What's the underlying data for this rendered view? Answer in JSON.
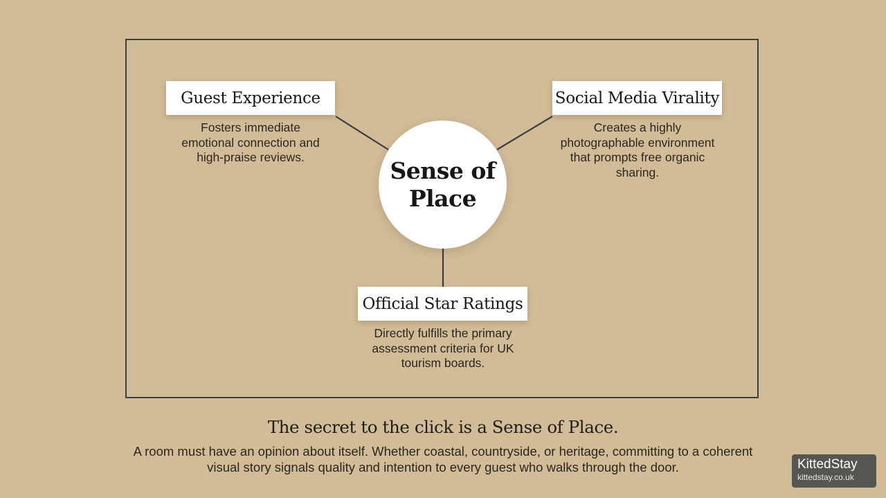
{
  "diagram": {
    "center": {
      "label": "Sense of\nPlace"
    },
    "nodes": [
      {
        "title": "Guest Experience",
        "description": "Fosters immediate\nemotional connection and\nhigh-praise reviews."
      },
      {
        "title": "Social Media Virality",
        "description": "Creates a highly\nphotographable environment\nthat prompts free organic\nsharing."
      },
      {
        "title": "Official Star Ratings",
        "description": "Directly fulfills the primary\nassessment criteria for UK\ntourism boards."
      }
    ]
  },
  "caption": {
    "title": "The secret to the click is a Sense of Place.",
    "body": "A room must have an opinion about itself. Whether coastal, countryside, or heritage, committing to a coherent visual story signals quality and intention to every guest who walks through the door."
  },
  "watermark": {
    "brand": "KittedStay",
    "url": "kittedstay.co.uk"
  },
  "colors": {
    "background": "#d2bc98",
    "frame": "#3a3d42",
    "node_fill": "#ffffff",
    "text": "#2a2620"
  }
}
